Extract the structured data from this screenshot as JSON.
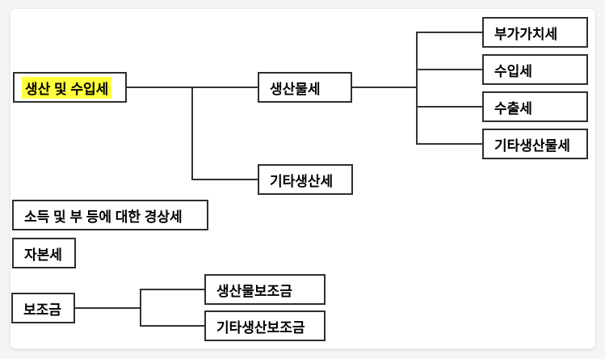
{
  "diagram": {
    "nodes": {
      "production_import_tax": {
        "label": "생산 및 수입세",
        "highlighted": true
      },
      "product_tax": {
        "label": "생산물세"
      },
      "other_production_tax": {
        "label": "기타생산세"
      },
      "value_added_tax": {
        "label": "부가가치세"
      },
      "import_tax": {
        "label": "수입세"
      },
      "export_tax": {
        "label": "수출세"
      },
      "other_product_tax": {
        "label": "기타생산물세"
      },
      "current_tax_on_income_wealth": {
        "label": "소득 및 부 등에 대한 경상세"
      },
      "capital_tax": {
        "label": "자본세"
      },
      "subsidy": {
        "label": "보조금"
      },
      "product_subsidy": {
        "label": "생산물보조금"
      },
      "other_production_subsidy": {
        "label": "기타생산보조금"
      }
    },
    "edges": [
      {
        "from": "생산 및 수입세",
        "to": "생산물세"
      },
      {
        "from": "생산 및 수입세",
        "to": "기타생산세"
      },
      {
        "from": "생산물세",
        "to": "부가가치세"
      },
      {
        "from": "생산물세",
        "to": "수입세"
      },
      {
        "from": "생산물세",
        "to": "수출세"
      },
      {
        "from": "생산물세",
        "to": "기타생산물세"
      },
      {
        "from": "보조금",
        "to": "생산물보조금"
      },
      {
        "from": "보조금",
        "to": "기타생산보조금"
      }
    ],
    "colors": {
      "highlight": "#ffff3b",
      "box_border": "#2e2e2e",
      "connector": "#333333",
      "panel_background": "#ffffff",
      "page_background": "#f5f5f6",
      "text": "#000000"
    }
  }
}
